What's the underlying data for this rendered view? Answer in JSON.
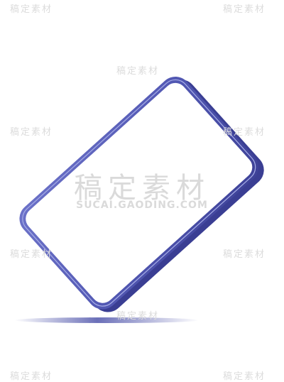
{
  "watermark": {
    "small_text": "稿定素材",
    "large_text": "稿定素材",
    "domain_text": "SUCAI.GAODING.COM"
  },
  "device": {
    "frame_color": "#4a4ea8",
    "frame_highlight": "#8c93d9",
    "screen_color": "#ffffff",
    "shadow_color": "#5a5fb0"
  }
}
